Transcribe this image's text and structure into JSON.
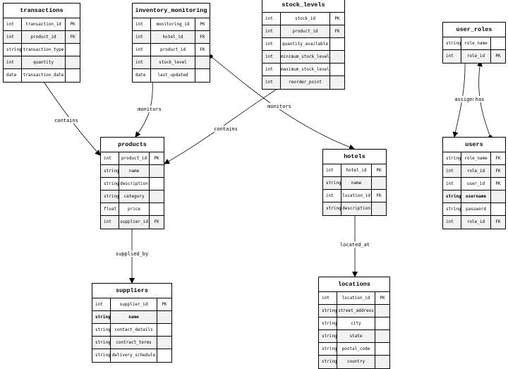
{
  "entities": [
    {
      "id": "transactions",
      "title": "transactions",
      "rows": [
        {
          "type": "int",
          "name": "transaction_id",
          "key": "PK"
        },
        {
          "type": "int",
          "name": "product_id",
          "key": "FK"
        },
        {
          "type": "string",
          "name": "transaction_type",
          "key": ""
        },
        {
          "type": "int",
          "name": "quantity",
          "key": ""
        },
        {
          "type": "date",
          "name": "transaction_date",
          "key": ""
        }
      ]
    },
    {
      "id": "inventory_monitoring",
      "title": "inventory_monitoring",
      "rows": [
        {
          "type": "int",
          "name": "monitoring_id",
          "key": "PK"
        },
        {
          "type": "int",
          "name": "hotel_id",
          "key": "FK"
        },
        {
          "type": "int",
          "name": "product_id",
          "key": "FK"
        },
        {
          "type": "int",
          "name": "stock_level",
          "key": ""
        },
        {
          "type": "date",
          "name": "last_updated",
          "key": ""
        }
      ]
    },
    {
      "id": "stock_levels",
      "title": "stock_levels",
      "rows": [
        {
          "type": "int",
          "name": "stock_id",
          "key": "PK"
        },
        {
          "type": "int",
          "name": "product_id",
          "key": "FK"
        },
        {
          "type": "int",
          "name": "quantity_available",
          "key": ""
        },
        {
          "type": "int",
          "name": "minimum_stock_level",
          "key": ""
        },
        {
          "type": "int",
          "name": "maximum_stock_level",
          "key": ""
        },
        {
          "type": "int",
          "name": "reorder_point",
          "key": ""
        }
      ]
    },
    {
      "id": "user_roles",
      "title": "user_roles",
      "rows": [
        {
          "type": "string",
          "name": "role_name",
          "key": ""
        },
        {
          "type": "int",
          "name": "role_id",
          "key": "PK"
        }
      ]
    },
    {
      "id": "products",
      "title": "products",
      "rows": [
        {
          "type": "int",
          "name": "product_id",
          "key": "PK"
        },
        {
          "type": "string",
          "name": "name",
          "key": ""
        },
        {
          "type": "string",
          "name": "description",
          "key": ""
        },
        {
          "type": "string",
          "name": "category",
          "key": ""
        },
        {
          "type": "float",
          "name": "price",
          "key": ""
        },
        {
          "type": "int",
          "name": "supplier_id",
          "key": "FK"
        }
      ]
    },
    {
      "id": "hotels",
      "title": "hotels",
      "rows": [
        {
          "type": "int",
          "name": "hotel_id",
          "key": "PK"
        },
        {
          "type": "string",
          "name": "name",
          "key": ""
        },
        {
          "type": "int",
          "name": "location_id",
          "key": "FK"
        },
        {
          "type": "string",
          "name": "description",
          "key": ""
        }
      ]
    },
    {
      "id": "users",
      "title": "users",
      "rows": [
        {
          "type": "string",
          "name": "role_name",
          "key": "FK"
        },
        {
          "type": "int",
          "name": "role_id",
          "key": "FK"
        },
        {
          "type": "int",
          "name": "user_id",
          "key": "PK"
        },
        {
          "type": "string",
          "name": "username",
          "key": ""
        },
        {
          "type": "string",
          "name": "password",
          "key": ""
        },
        {
          "type": "int",
          "name": "role_id",
          "key": "FK"
        }
      ]
    },
    {
      "id": "suppliers",
      "title": "suppliers",
      "rows": [
        {
          "type": "int",
          "name": "supplier_id",
          "key": "PK"
        },
        {
          "type": "string",
          "name": "name",
          "key": ""
        },
        {
          "type": "string",
          "name": "contact_details",
          "key": ""
        },
        {
          "type": "string",
          "name": "contract_terms",
          "key": ""
        },
        {
          "type": "string",
          "name": "delivery_schedule",
          "key": ""
        }
      ]
    },
    {
      "id": "locations",
      "title": "locations",
      "rows": [
        {
          "type": "int",
          "name": "location_id",
          "key": "PK"
        },
        {
          "type": "string",
          "name": "street_address",
          "key": ""
        },
        {
          "type": "string",
          "name": "city",
          "key": ""
        },
        {
          "type": "string",
          "name": "state",
          "key": ""
        },
        {
          "type": "string",
          "name": "postal_code",
          "key": ""
        },
        {
          "type": "string",
          "name": "country",
          "key": ""
        }
      ]
    }
  ],
  "relationships": [
    {
      "from": "transactions",
      "to": "products",
      "label": "contains"
    },
    {
      "from": "inventory_monitoring",
      "to": "products",
      "label": "monitors"
    },
    {
      "from": "inventory_monitoring",
      "to": "hotels",
      "label": "monitors"
    },
    {
      "from": "stock_levels",
      "to": "products",
      "label": "contains"
    },
    {
      "from": "user_roles",
      "to": "users",
      "label": "assigns"
    },
    {
      "from": "users",
      "to": "user_roles",
      "label": "has"
    },
    {
      "from": "products",
      "to": "suppliers",
      "label": "supplied_by"
    },
    {
      "from": "hotels",
      "to": "locations",
      "label": "located_at"
    }
  ]
}
